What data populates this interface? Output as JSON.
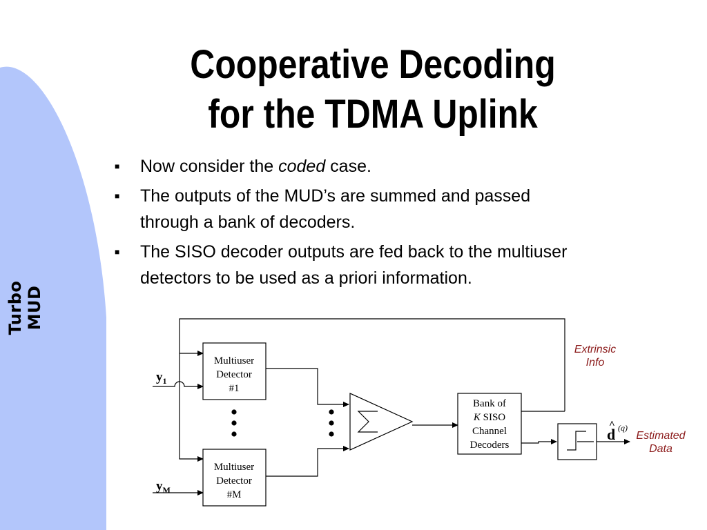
{
  "side_label": "Turbo MUD",
  "title": {
    "line1": "Cooperative Decoding",
    "line2": "for the TDMA Uplink"
  },
  "bullets": [
    {
      "before": "Now consider the ",
      "em": "coded",
      "after": " case."
    },
    {
      "line1": "The outputs of the MUD’s are summed and passed",
      "line2": "through a bank of decoders."
    },
    {
      "line1": "The SISO decoder outputs are fed back to the multiuser",
      "line2": "detectors to be used as a priori information."
    }
  ],
  "bullet_mark": "■",
  "diagram": {
    "inputs": {
      "y1": {
        "base": "y",
        "sub": "1"
      },
      "yM": {
        "base": "y",
        "sub": "M"
      }
    },
    "detector1": [
      "Multiuser",
      "Detector",
      "#1"
    ],
    "detectorM": [
      "Multiuser",
      "Detector",
      "#M"
    ],
    "decoder": {
      "line1": "Bank of",
      "line2_italic": "K",
      "line2_rest": " SISO",
      "line3": "Channel",
      "line4": "Decoders"
    },
    "extrinsic": [
      "Extrinsic",
      "Info"
    ],
    "estimated": [
      "Estimated",
      "Data"
    ],
    "output_symbol": {
      "base": "d",
      "accent": "^",
      "superscript": "(q)"
    }
  },
  "colors": {
    "band": "#b3c6fb",
    "annotation": "#8b1a1a",
    "text": "#000000"
  }
}
